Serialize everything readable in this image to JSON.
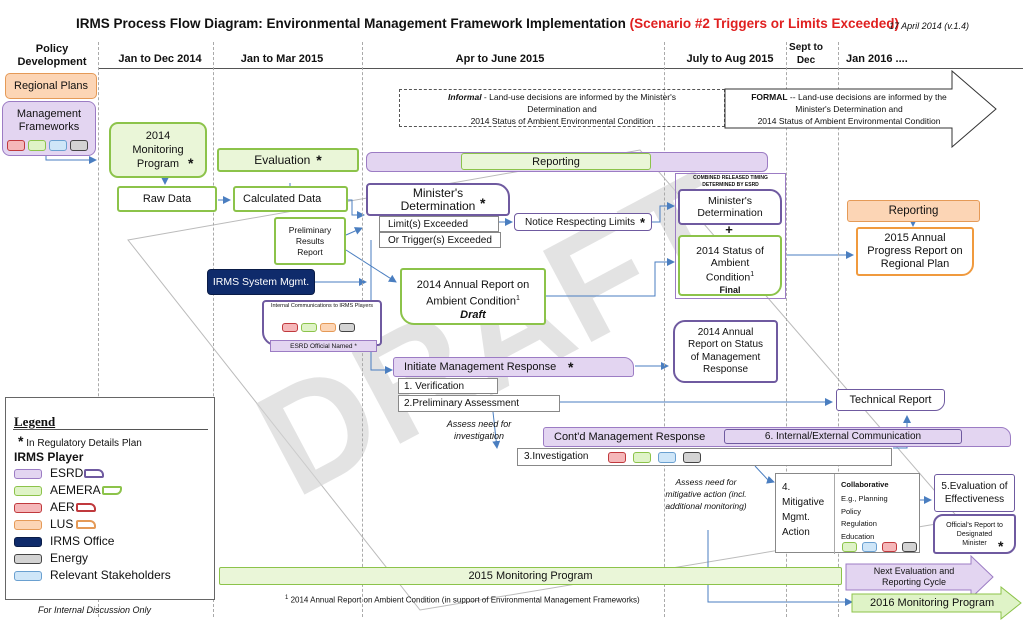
{
  "header": {
    "title_main": "IRMS Process Flow Diagram: Environmental Management Framework Implementation ",
    "title_red": "(Scenario #2 Triggers or Limits Exceeded)",
    "date": "17 April  2014 (v.1.4)",
    "red_color": "#e02020"
  },
  "timeline": {
    "policy": "Policy Development",
    "cols": [
      "Jan to Dec 2014",
      "Jan to Mar 2015",
      "Apr to June 2015",
      "July to Aug 2015",
      "Sept to Dec",
      "Jan 2016 ...."
    ]
  },
  "left": {
    "regional_plans": "Regional Plans",
    "management_frameworks": "Management Frameworks"
  },
  "informal": {
    "prefix": "Informal",
    "line1": " - Land-use decisions  are informed by the Minister's",
    "line2": "Determination and",
    "line3": "2014 Status of Ambient Environmental Condition"
  },
  "formal": {
    "prefix": "FORMAL",
    "line1": " -- Land-use decisions  are informed by the",
    "line2": "Minister's Determination and",
    "line3": "2014 Status of Ambient Environmental Condition"
  },
  "nodes": {
    "monitoring_program": "2014 Monitoring Program",
    "evaluation": "Evaluation",
    "reporting_bar": "Reporting",
    "raw_data": "Raw Data",
    "calculated_data": "Calculated Data",
    "prelim_results": "Preliminary Results Report",
    "ministers_det": "Minister's Determination",
    "limits_exceeded": "Limit(s)  Exceeded",
    "triggers_exceeded": "Or Trigger(s)  Exceeded",
    "notice_limits": "Notice Respecting Limits",
    "combined_note": "COMBINED RELEASED TIMING DETERMINED BY ESRD",
    "ministers_det2": "Minister's Determination",
    "plus": "+",
    "status_2014_l1": "2014 Status of",
    "status_2014_l2": "Ambient",
    "status_2014_l3": "Condition",
    "status_2014_final": "Final",
    "reporting_right": "Reporting",
    "progress_report": "2015 Annual Progress Report on Regional Plan",
    "irms_mgmt": "IRMS System Mgmt.",
    "annual_report_l1": "2014 Annual Report on",
    "annual_report_l2": "Ambient Condition",
    "annual_report_draft": "Draft",
    "internal_comms": "Internal Communications  to IRMS Players",
    "esrd_official": "ESRD Official Named *",
    "annual_mgmt_report": "2014 Annual Report on Status of Management Response",
    "initiate_mgmt": "Initiate Management Response",
    "verification": "1. Verification",
    "prelim_assessment": "2.Preliminary Assessment",
    "technical_report": "Technical Report",
    "assess_investigation": "Assess need for investigation",
    "contd_mgmt": "Cont'd Management Response",
    "int_ext_comm": "6. Internal/External Communication",
    "investigation": "3.Investigation",
    "assess_mitigative": "Assess need for mitigative action (incl. additional monitoring)",
    "mitigative": "4. Mitigative Mgmt. Action",
    "collab_title": "Collaborative",
    "collab_items": [
      "E.g., Planning",
      "Policy",
      "Regulation",
      "Education"
    ],
    "eval_effect": "5.Evaluation of Effectiveness",
    "officials_report": "Official's Report to Designated Minister",
    "monitoring_2015": "2015  Monitoring Program",
    "next_eval": "Next Evaluation and Reporting Cycle",
    "monitoring_2016": "2016 Monitoring Program",
    "footnote_sup": "1",
    "footnote": " 2014 Annual Report on Ambient Condition (in  support of  Environmental Management Frameworks)",
    "internal_only": "For Internal Discussion Only",
    "asterisk": "*",
    "sup1": "1"
  },
  "legend": {
    "title": "Legend",
    "note_star": "*",
    "note": " In Regulatory Details Plan",
    "player_title": "IRMS Player",
    "items": [
      "ESRD",
      "AEMERA",
      "AER",
      "LUS",
      "IRMS Office",
      "Energy",
      "Relevant Stakeholders"
    ]
  },
  "watermark": "DRAFT",
  "colors": {
    "esrd": "#e3d5f1",
    "aemera": "#dff3c7",
    "aer": "#f5b7b9",
    "lus": "#fcd5b5",
    "irms_office": "#0f2b6b",
    "energy": "#d3d3d3",
    "stakeholders": "#cfe6f8"
  }
}
